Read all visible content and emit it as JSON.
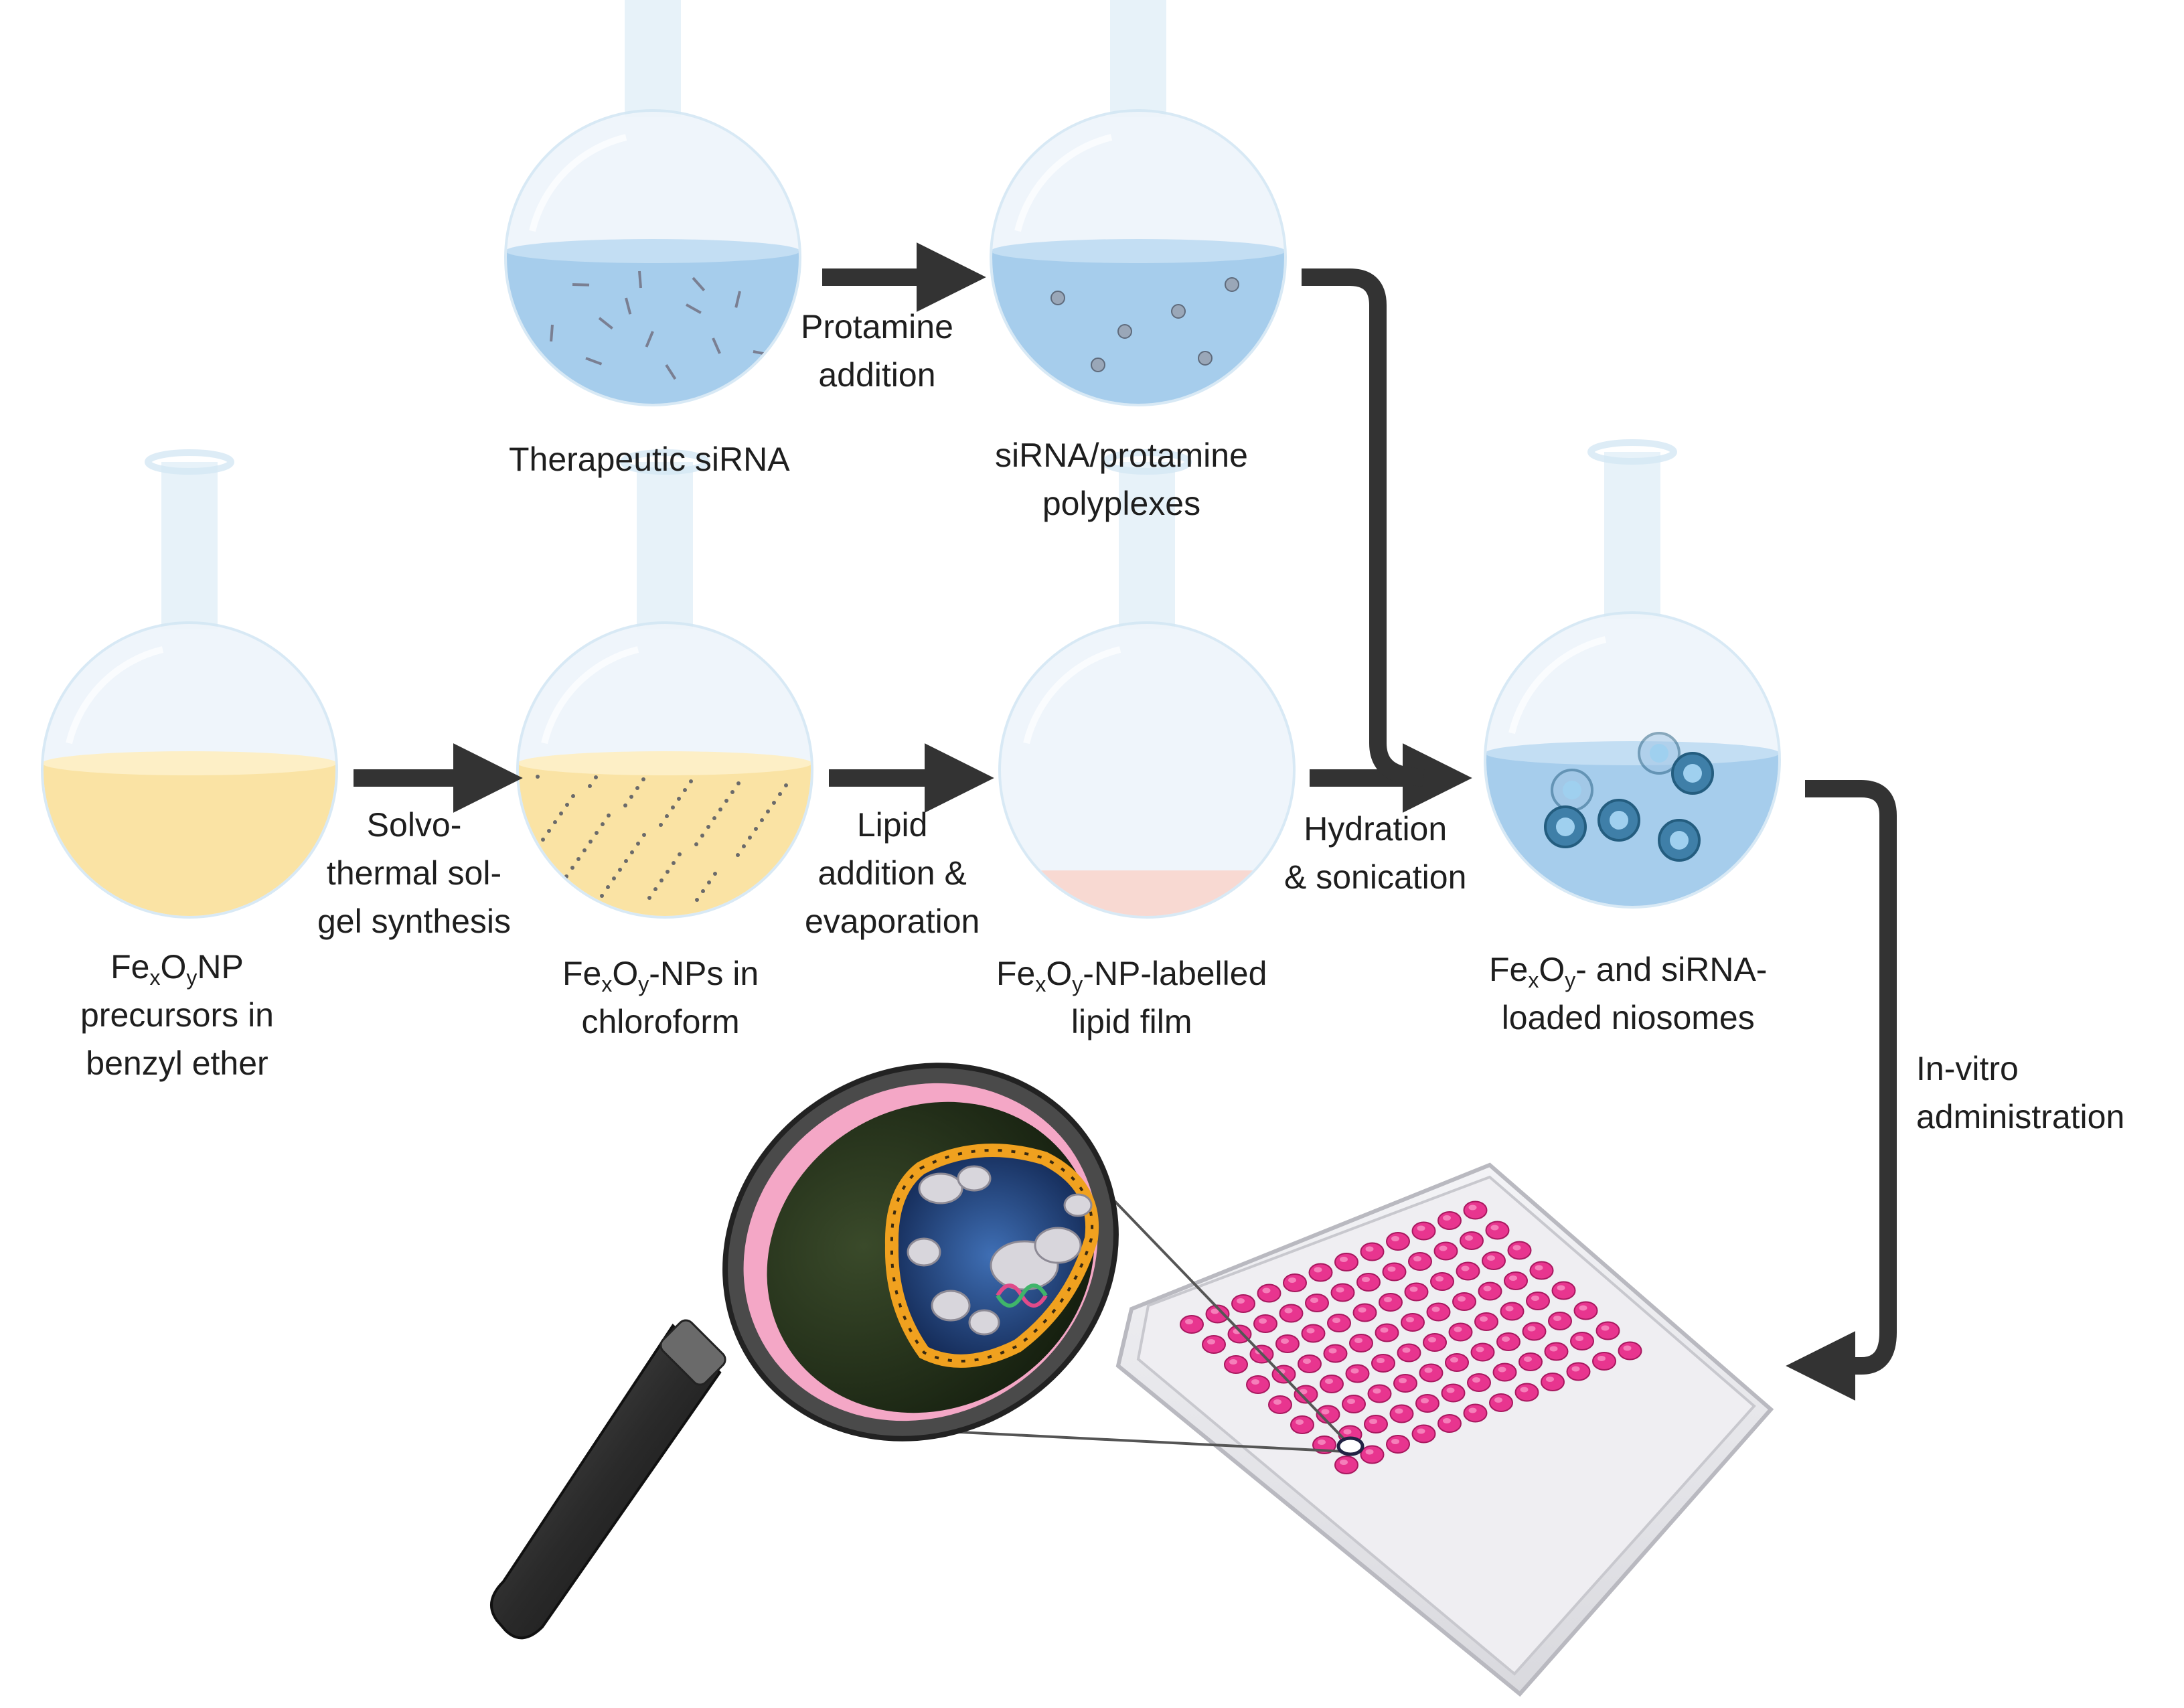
{
  "colors": {
    "glass": "#d4e7f4",
    "blue_liquid": "#a6cdec",
    "yellow_liquid": "#fae3a4",
    "pink_film": "#fbcfc4",
    "arrow": "#333333",
    "magenta_well": "#e8358f",
    "lens_rim": "#555555"
  },
  "flasks": {
    "therapeutic_sirna": {
      "liquid": "blue",
      "content": "siRNA strands"
    },
    "polyplexes": {
      "liquid": "blue",
      "content": "polyplex particles"
    },
    "precursors": {
      "liquid": "yellow",
      "content": "none"
    },
    "nps_chloroform": {
      "liquid": "yellow",
      "content": "nanoparticle dots"
    },
    "lipid_film": {
      "liquid": "pink film",
      "content": "none"
    },
    "niosomes": {
      "liquid": "blue",
      "content": "niosomes"
    }
  },
  "labels": {
    "therapeutic_sirna": [
      "Therapeutic siRNA"
    ],
    "protamine_step": [
      "Protamine",
      "addition"
    ],
    "polyplexes": [
      "siRNA/protamine",
      "polyplexes"
    ],
    "precursors": {
      "fe": "Fe",
      "x": "x",
      "o": "O",
      "y": "y",
      "np": "NP",
      "line2": "precursors in",
      "line3": "benzyl ether"
    },
    "solvothermal_step": [
      "Solvo-",
      "thermal sol-",
      "gel synthesis"
    ],
    "nps_chloroform": {
      "fe": "Fe",
      "x": "x",
      "o": "O",
      "y": "y",
      "rest": "-NPs in",
      "line2": "chloroform"
    },
    "lipid_step": [
      "Lipid",
      "addition &",
      "evaporation"
    ],
    "lipid_film": {
      "fe": "Fe",
      "x": "x",
      "o": "O",
      "y": "y",
      "rest": "-NP-labelled",
      "line2": "lipid film"
    },
    "hydration_step": [
      "Hydration",
      "& sonication"
    ],
    "niosomes": {
      "fe": "Fe",
      "x": "x",
      "o": "O",
      "y": "y",
      "rest": "- and siRNA-",
      "line2": "loaded niosomes"
    },
    "invitro_step": [
      "In-vitro",
      "administration"
    ]
  },
  "illustrations": {
    "magnifier": "magnifying-glass-icon",
    "well_plate": "96-well-plate",
    "well_plate_rows": 8,
    "well_plate_cols": 12
  }
}
